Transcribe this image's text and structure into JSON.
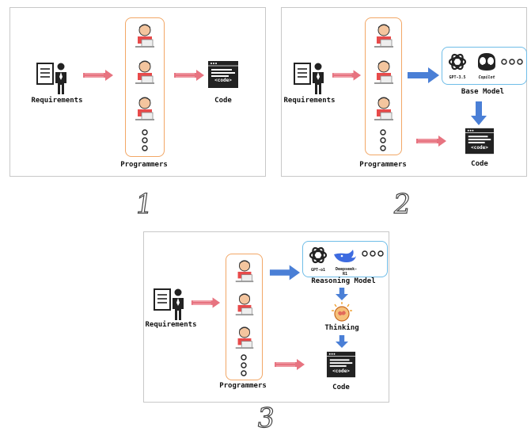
{
  "panel1": {
    "requirements_label": "Requirements",
    "programmers_label": "Programmers",
    "code_label": "Code",
    "code_tag": "<code>",
    "step": "1"
  },
  "panel2": {
    "requirements_label": "Requirements",
    "programmers_label": "Programmers",
    "code_label": "Code",
    "code_tag": "<code>",
    "model_box_label": "Base Model",
    "models": [
      "GPT-3.5",
      "Copilot"
    ],
    "step": "2"
  },
  "panel3": {
    "requirements_label": "Requirements",
    "programmers_label": "Programmers",
    "code_label": "Code",
    "code_tag": "<code>",
    "model_box_label": "Reasoning Model",
    "models": [
      "GPT-o1",
      "Deepseek-R1"
    ],
    "thinking_label": "Thinking",
    "step": "3"
  },
  "colors": {
    "red_arrow": "#e35a6a",
    "blue_arrow": "#4a7fd6",
    "programmer_border": "#f2a766",
    "model_border": "#6fbde8"
  }
}
